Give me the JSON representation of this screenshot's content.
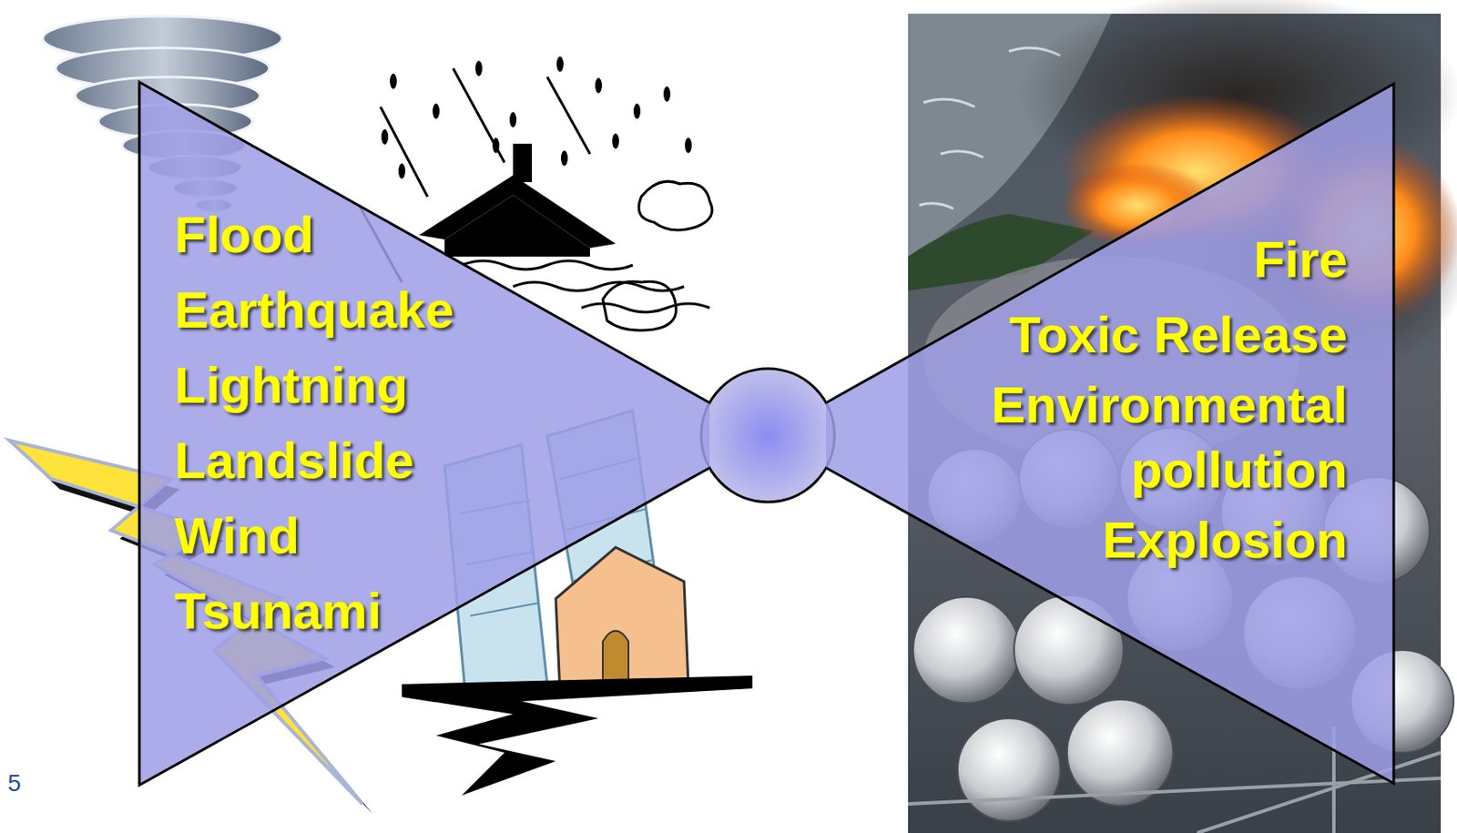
{
  "diagram": {
    "nodes": [
      {
        "text": [
          "Flood",
          "Earthquake",
          "Lightning",
          "Landslide",
          "Wind",
          "Tsunami"
        ]
      },
      {
        "text": [
          "Fire",
          "Toxic Release",
          "Environmental pollution",
          "Explosion"
        ]
      }
    ],
    "labels": [
      "5"
    ]
  }
}
